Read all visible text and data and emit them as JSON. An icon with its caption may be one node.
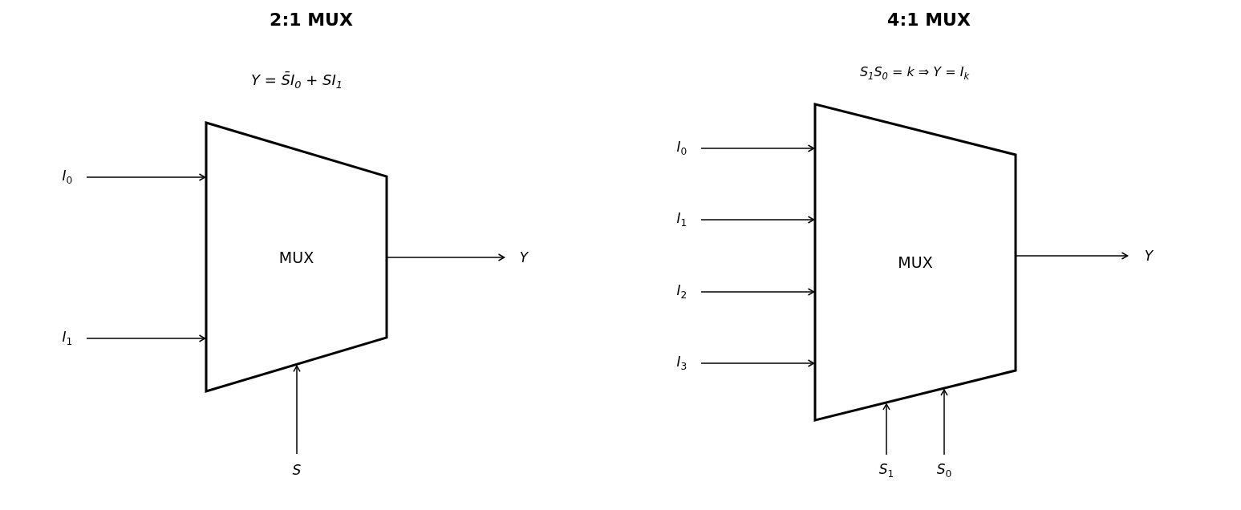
{
  "diagram": {
    "nodes": [
      {
        "text": [
          "MUX"
        ]
      },
      {
        "text": [
          "I$_{0}$"
        ]
      },
      {
        "text": [
          "I$_{1}$"
        ]
      },
      {
        "text": [
          "Y"
        ]
      },
      {
        "text": [
          "S"
        ]
      },
      {
        "text": [
          "MUX"
        ]
      },
      {
        "text": [
          "I$_{0}$"
        ]
      },
      {
        "text": [
          "I$_{1}$"
        ]
      },
      {
        "text": [
          "I$_{2}$"
        ]
      },
      {
        "text": [
          "I$_{3}$"
        ]
      },
      {
        "text": [
          "Y"
        ]
      },
      {
        "text": [
          "S$_{1}$"
        ]
      },
      {
        "text": [
          "S$_{0}$"
        ]
      }
    ],
    "edges": [
      {
        "from": 1,
        "to": 0,
        "arrow": "to"
      },
      {
        "from": 2,
        "to": 0,
        "arrow": "to"
      },
      {
        "from": 0,
        "to": 3,
        "arrow": "to"
      },
      {
        "from": 4,
        "to": 0,
        "arrow": "to"
      },
      {
        "from": 6,
        "to": 5,
        "arrow": "to"
      },
      {
        "from": 7,
        "to": 5,
        "arrow": "to"
      },
      {
        "from": 8,
        "to": 5,
        "arrow": "to"
      },
      {
        "from": 9,
        "to": 5,
        "arrow": "to"
      },
      {
        "from": 5,
        "to": 10,
        "arrow": "to"
      },
      {
        "from": 11,
        "to": 5,
        "arrow": "to"
      },
      {
        "from": 12,
        "to": 5,
        "arrow": "to"
      }
    ],
    "labels": [
      "2:1 MUX",
      "4:1 MUX",
      "S$_{1}$S$_{0}$ = k ⇒ Y = I$_{k}$",
      "Y = S̄I$_{0}$ + SI$_{1}$"
    ]
  }
}
